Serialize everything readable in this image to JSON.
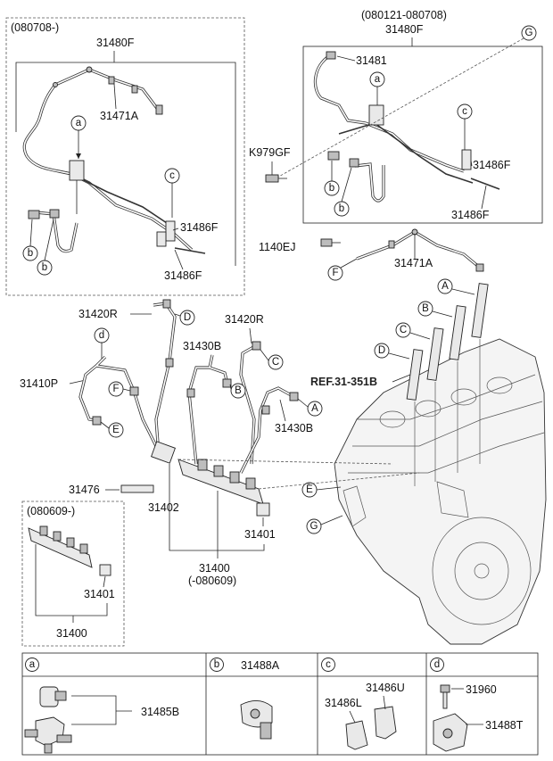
{
  "box_a": {
    "date": "(080708-)",
    "main": "31480F",
    "hose": "31471A",
    "conn": "31486F",
    "conn2": "31486F"
  },
  "box_b": {
    "date": "(080121-080708)",
    "main": "31480F",
    "clip": "31481",
    "conn": "31486F",
    "conn2": "31486F"
  },
  "k979": "K979GF",
  "p1140": "1140EJ",
  "hose2": "31471A",
  "pipes": {
    "p31420r_1": "31420R",
    "p31420r_2": "31420R",
    "p31430b_1": "31430B",
    "p31430b_2": "31430B",
    "p31410p": "31410P"
  },
  "ref": "REF.31-351B",
  "rail": {
    "bolt": "31476",
    "p31402": "31402",
    "p31401": "31401",
    "p31400": "31400",
    "p31400_date": "(-080609)"
  },
  "box_c": {
    "date": "(080609-)",
    "p31401": "31401",
    "p31400": "31400"
  },
  "legend": {
    "a": {
      "letter": "a",
      "p1": "31485B"
    },
    "b": {
      "letter": "b",
      "p1": "31488A"
    },
    "c": {
      "letter": "c",
      "p1": "31486U",
      "p2": "31486L"
    },
    "d": {
      "letter": "d",
      "p1": "31960",
      "p2": "31488T"
    }
  },
  "callouts": {
    "A": "A",
    "B": "B",
    "C": "C",
    "D": "D",
    "E": "E",
    "F": "F",
    "G": "G",
    "a": "a",
    "b": "b",
    "c": "c",
    "d": "d"
  }
}
